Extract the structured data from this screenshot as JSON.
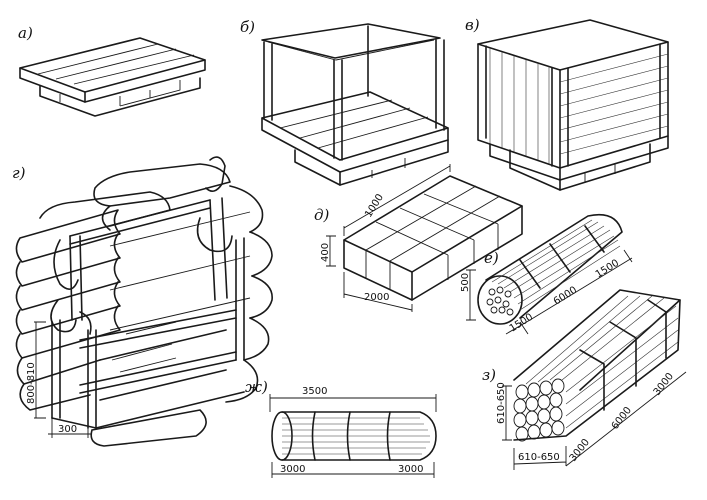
{
  "figures": {
    "a": {
      "label": "а)"
    },
    "b": {
      "label": "б)"
    },
    "v": {
      "label": "в)"
    },
    "g": {
      "label": "г)",
      "dims": [
        "800-810",
        "300"
      ]
    },
    "d": {
      "label": "д)",
      "dims": [
        "1000",
        "400",
        "2000"
      ]
    },
    "e": {
      "label": "е)",
      "dims": [
        "500",
        "1500",
        "6000",
        "1500"
      ]
    },
    "zh": {
      "label": "ж)",
      "dims": [
        "3500",
        "3000",
        "3000"
      ]
    },
    "z": {
      "label": "з)",
      "dims": [
        "610-650",
        "610-650",
        "3000",
        "6000",
        "3000"
      ]
    }
  }
}
